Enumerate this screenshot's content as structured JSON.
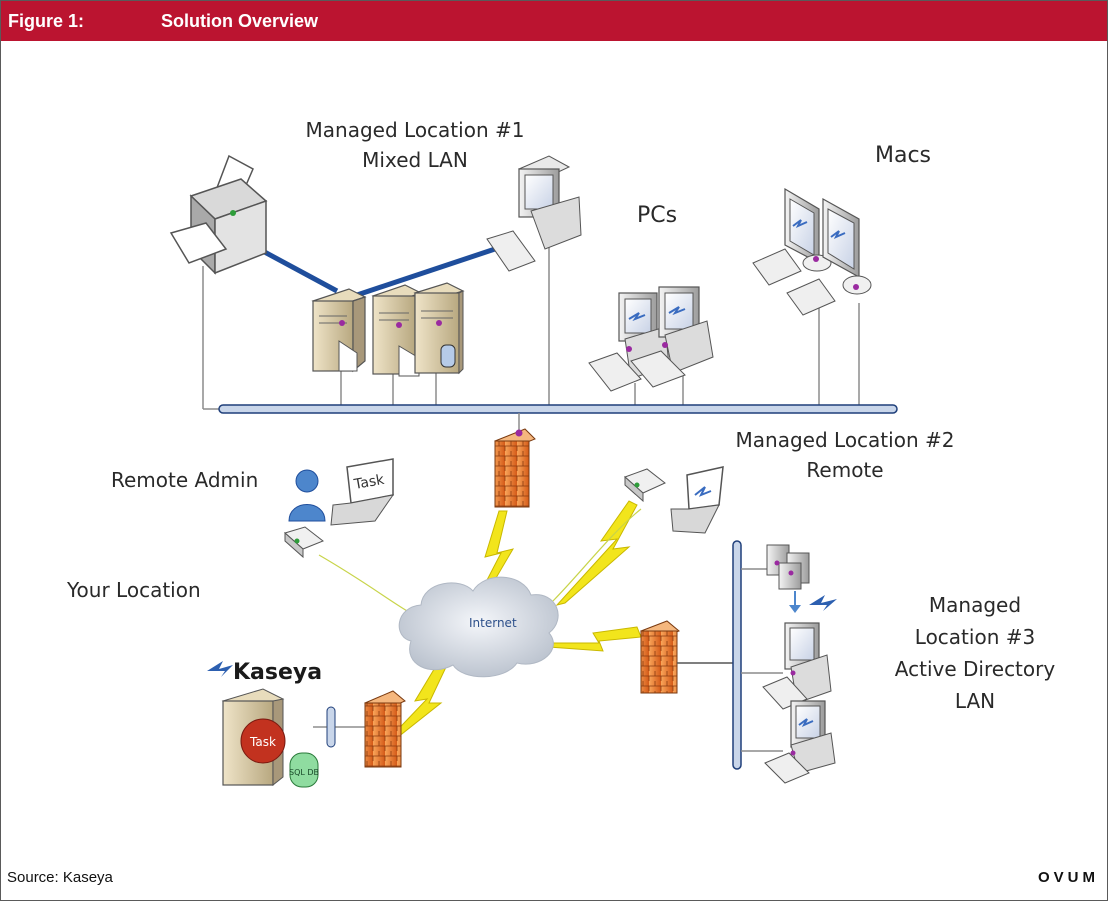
{
  "header": {
    "figure_label": "Figure 1:",
    "title": "Solution Overview"
  },
  "labels": {
    "managed1_line1": "Managed Location #1",
    "managed1_line2": "Mixed LAN",
    "pcs": "PCs",
    "macs": "Macs",
    "managed2_line1": "Managed Location #2",
    "managed2_line2": "Remote",
    "remote_admin": "Remote Admin",
    "your_location": "Your Location",
    "managed3_line1": "Managed",
    "managed3_line2": "Location #3",
    "managed3_line3": "Active Directory",
    "managed3_line4": "LAN",
    "internet": "Internet",
    "kaseya": "Kaseya",
    "task_laptop": "Task",
    "task_server": "Task",
    "sql_db": "SQL DB"
  },
  "footer": {
    "source": "Source: Kaseya",
    "brand": "OVUM"
  },
  "colors": {
    "header": "#bb1430",
    "link": "#1f4e9c",
    "firewall": "#e87a2a",
    "lightning": "#f2e51c"
  }
}
